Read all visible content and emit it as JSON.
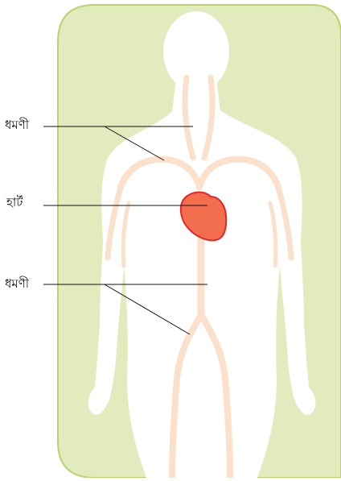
{
  "labels": {
    "artery_top": "ধমণী",
    "heart": "হার্ট",
    "artery_bottom": "ধমণী"
  },
  "colors": {
    "panel_fill": "#e2ebbd",
    "panel_border": "#b9d36f",
    "body": "#ffffff",
    "vessel": "#fbe0cb",
    "heart_fill": "#f26e4e",
    "heart_outline": "#e3262a",
    "leader_line": "#111111"
  }
}
